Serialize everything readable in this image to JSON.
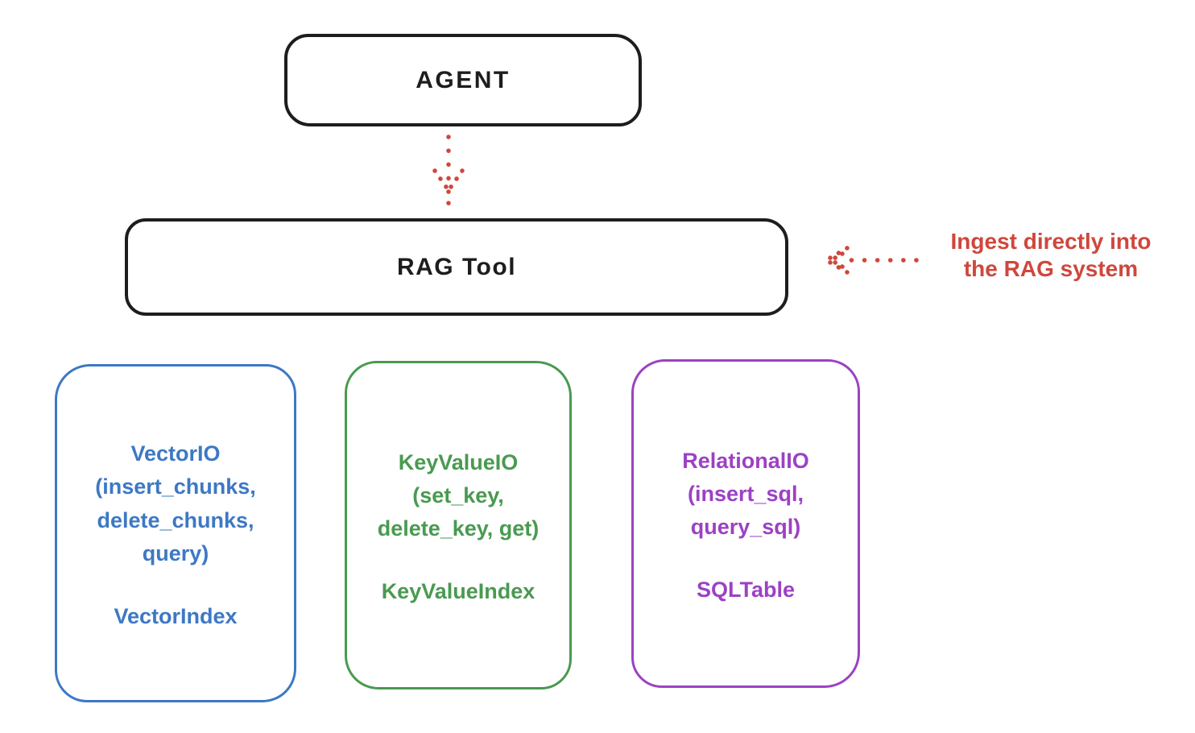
{
  "agent_box": {
    "label": "AGENT"
  },
  "rag_tool_box": {
    "label": "RAG Tool"
  },
  "annotation": {
    "line1": "Ingest directly into",
    "line2": "the RAG system"
  },
  "storage_boxes": [
    {
      "name": "vector-io",
      "accent": "#3d78c4",
      "body": "VectorIO\n(insert_chunks,\ndelete_chunks,\nquery)",
      "index_label": "VectorIndex"
    },
    {
      "name": "keyvalue-io",
      "accent": "#499a50",
      "body": "KeyValueIO\n(set_key,\ndelete_key, get)",
      "index_label": "KeyValueIndex"
    },
    {
      "name": "relational-io",
      "accent": "#9c41c4",
      "body": "RelationalIO\n(insert_sql,\nquery_sql)",
      "index_label": "SQLTable"
    }
  ],
  "colors": {
    "box_stroke": "#1d1d1d",
    "arrow_red": "#cf473c",
    "vector_blue": "#3d78c4",
    "keyvalue_green": "#499a50",
    "relational_purple": "#9c41c4"
  }
}
